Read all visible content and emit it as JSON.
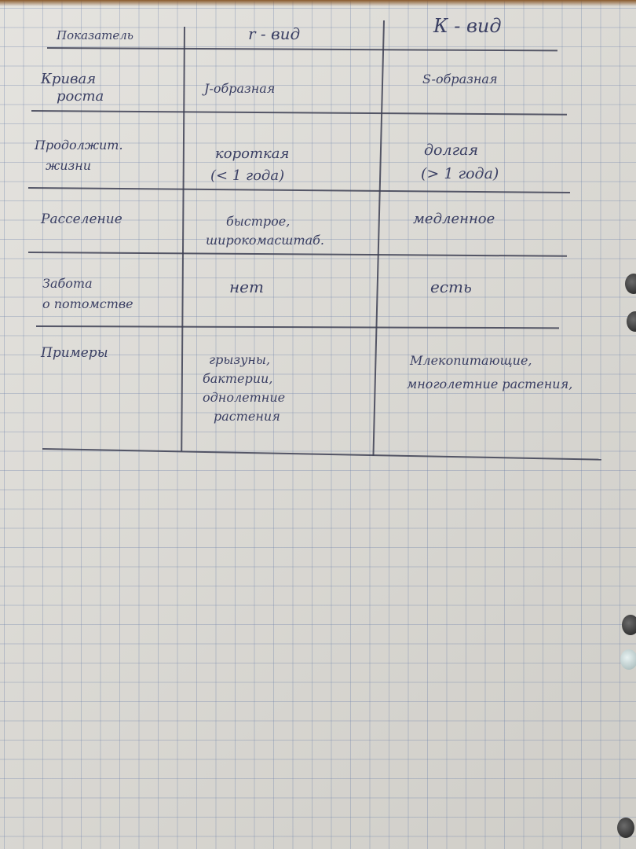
{
  "table": {
    "header": {
      "indicator": "Показатель",
      "r_species": "r - вид",
      "k_species": "К - вид"
    },
    "rows": [
      {
        "label": [
          "Кривая",
          "роста"
        ],
        "r": [
          "J-образная"
        ],
        "k": [
          "S-образная"
        ]
      },
      {
        "label": [
          "Продолжит.",
          "жизни"
        ],
        "r": [
          "короткая",
          "(< 1 года)"
        ],
        "k": [
          "долгая",
          "(> 1 года)"
        ]
      },
      {
        "label": [
          "Расселение"
        ],
        "r": [
          "быстрое,",
          "широкомасштаб."
        ],
        "k": [
          "медленное"
        ]
      },
      {
        "label": [
          "Забота",
          "о потомстве"
        ],
        "r": [
          "нет"
        ],
        "k": [
          "есть"
        ]
      },
      {
        "label": [
          "Примеры"
        ],
        "r": [
          "грызуны,",
          "бактерии,",
          "однолетние",
          "растения"
        ],
        "k": [
          "Млекопитающие,",
          "многолетние растения,"
        ]
      }
    ]
  },
  "colors": {
    "ink": "#3a3f63",
    "grid": "#6e82aa",
    "paper": "#dcdad4"
  }
}
